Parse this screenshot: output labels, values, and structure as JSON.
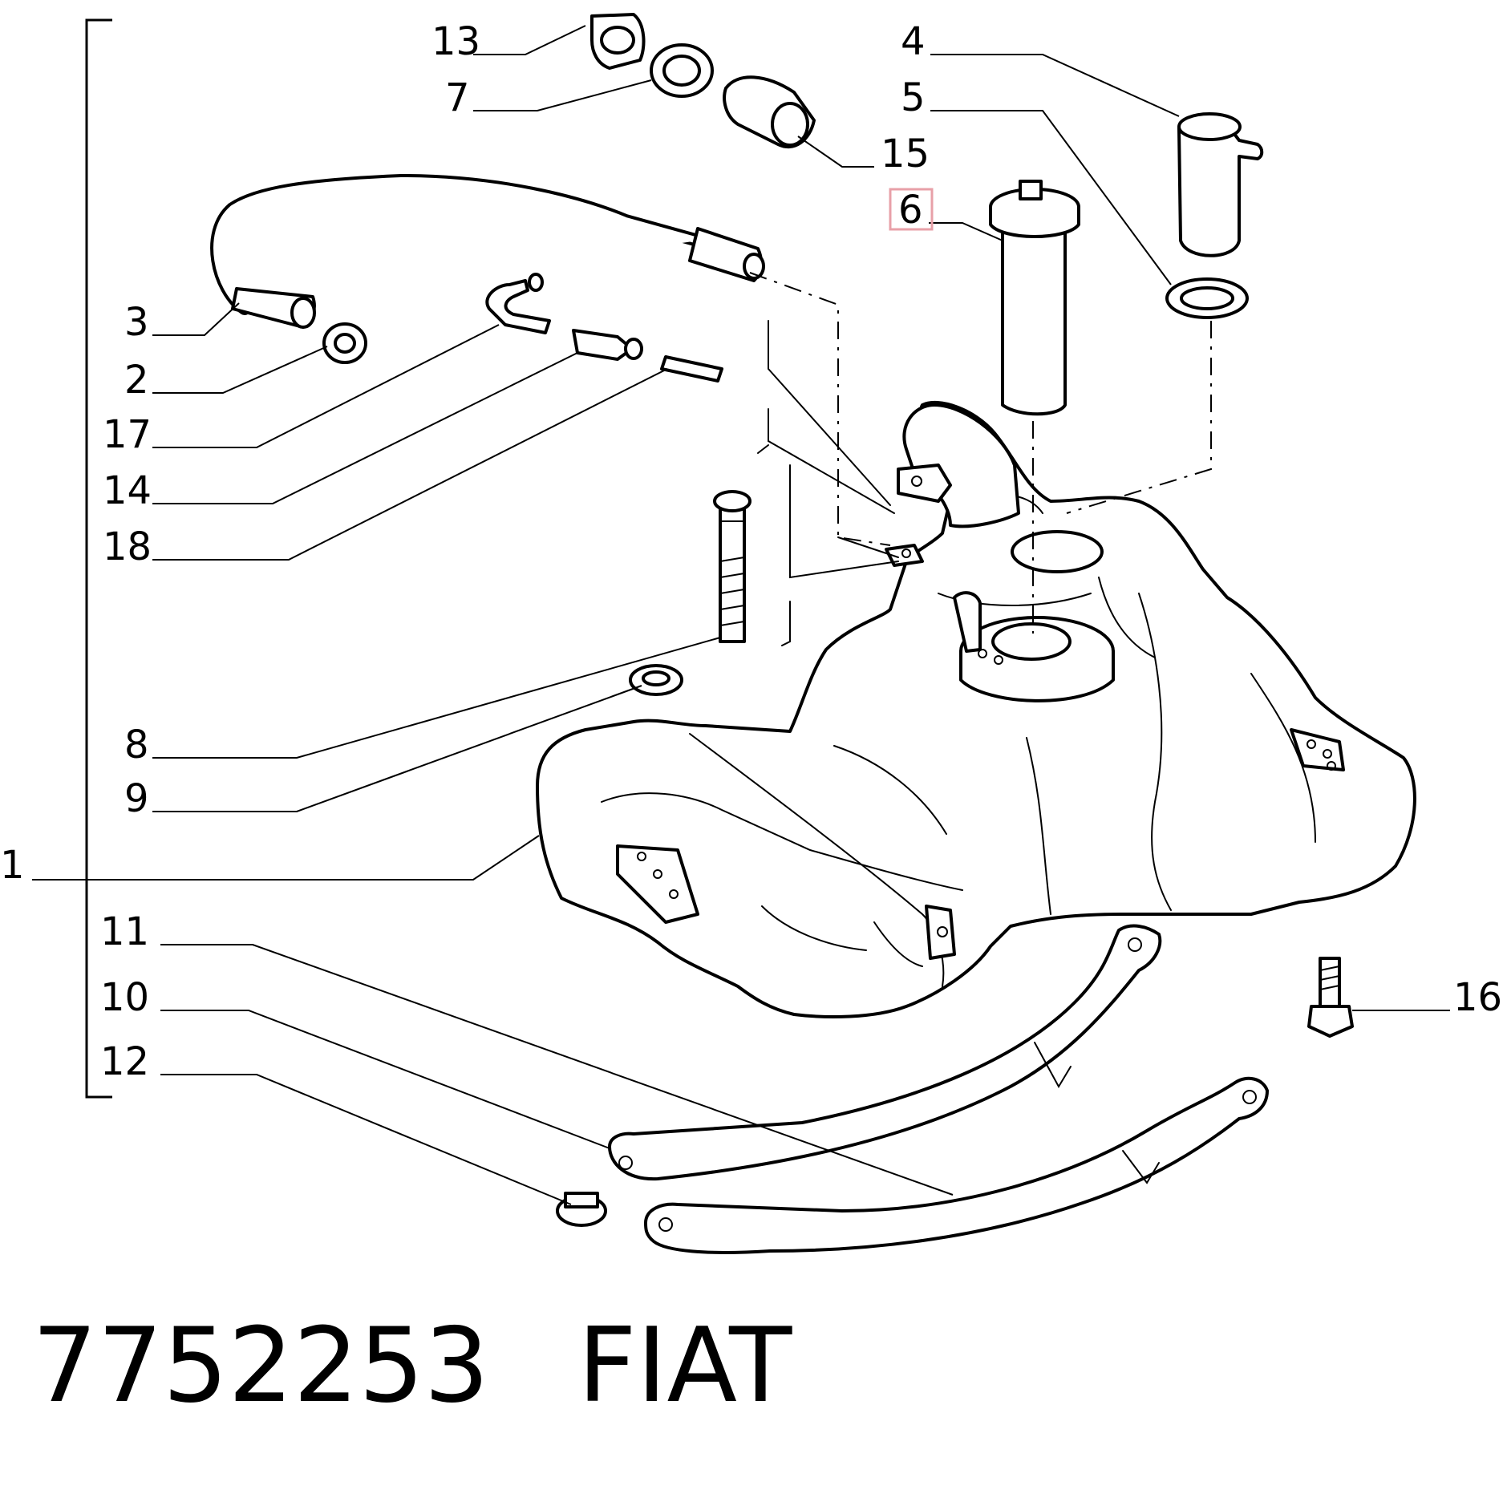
{
  "diagram": {
    "callouts": [
      "13",
      "7",
      "15",
      "4",
      "5",
      "6",
      "3",
      "2",
      "17",
      "14",
      "18",
      "8",
      "9",
      "1",
      "11",
      "10",
      "12",
      "16"
    ],
    "highlighted_callout": "6",
    "highlight_color": "#e8a0a8"
  },
  "footer": {
    "part_number": "7752253",
    "brand": "FIAT"
  }
}
